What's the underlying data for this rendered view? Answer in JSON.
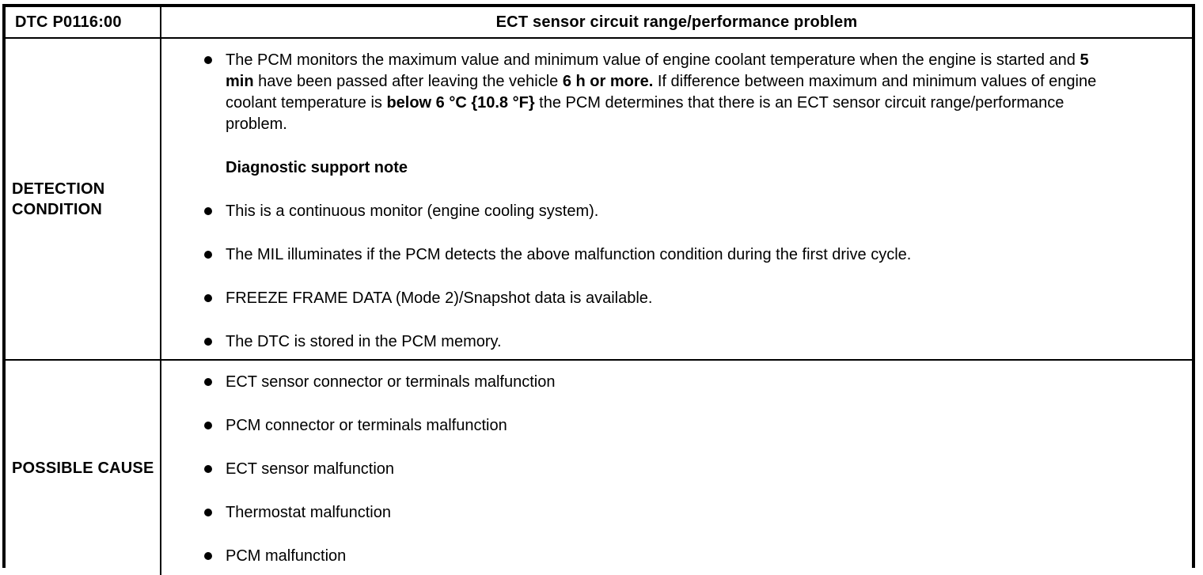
{
  "header": {
    "dtc_label": "DTC P0116:00",
    "title": "ECT sensor circuit range/performance problem"
  },
  "detection": {
    "row_label": "DETECTION CONDITION",
    "main_bullet": {
      "segments": [
        "The PCM monitors the maximum value and minimum value of engine coolant temperature when the engine is started and ",
        "5 min",
        " have been passed after leaving the vehicle ",
        "6 h or more.",
        " If difference between maximum and minimum values of engine coolant temperature is ",
        "below 6 °C {10.8 °F}",
        " the PCM determines that there is an ECT sensor circuit range/performance problem."
      ]
    },
    "subheading": "Diagnostic support note",
    "notes": [
      "This is a continuous monitor (engine cooling system).",
      "The MIL illuminates if the PCM detects the above malfunction condition during the first drive cycle.",
      "FREEZE FRAME DATA (Mode 2)/Snapshot data is available.",
      "The DTC is stored in the PCM memory."
    ]
  },
  "possible_cause": {
    "row_label": "POSSIBLE CAUSE",
    "items": [
      "ECT sensor connector or terminals malfunction",
      "PCM connector or terminals malfunction",
      "ECT sensor malfunction",
      "Thermostat malfunction",
      "PCM malfunction"
    ]
  }
}
